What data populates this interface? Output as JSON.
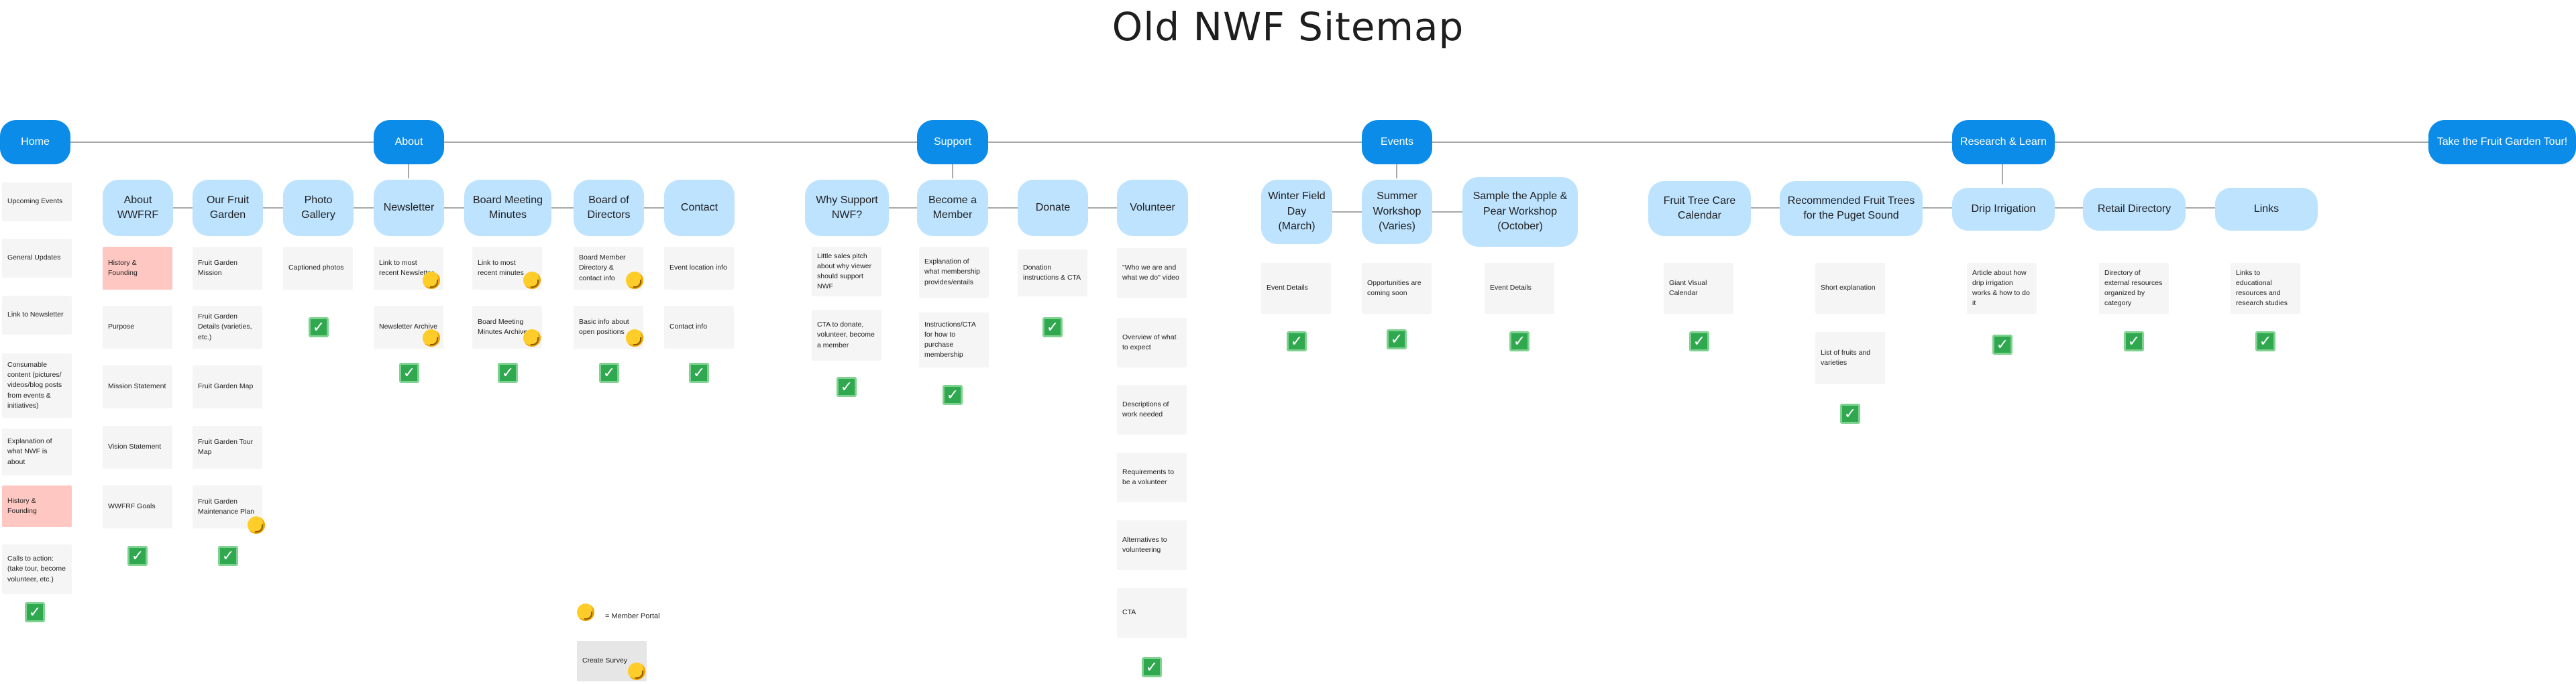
{
  "title": "Old NWF Sitemap",
  "colors": {
    "primary_node": "#0c8ce9",
    "secondary_node": "#bde3ff",
    "card": "#f5f5f5",
    "highlight_card": "#ffc7c2",
    "check": "#2fa84f",
    "member_portal_tag": "#ffcd29"
  },
  "top_nav": [
    "Home",
    "About",
    "Support",
    "Events",
    "Research & Learn",
    "Take the Fruit Garden Tour!"
  ],
  "home_cards": [
    "Upcoming Events",
    "General Updates",
    "Link to Newsletter",
    "Consumable content (pictures/ videos/blog posts from events & initiatives)",
    "Explanation of what NWF is about",
    "History & Founding",
    "Calls to action: (take tour, become volunteer, etc.)"
  ],
  "about": {
    "sections": [
      "About WWFRF",
      "Our Fruit Garden",
      "Photo Gallery",
      "Newsletter",
      "Board Meeting Minutes",
      "Board of Directors",
      "Contact"
    ],
    "about_wwfrf": [
      "History & Founding",
      "Purpose",
      "Mission Statement",
      "Vision Statement",
      "WWFRF Goals"
    ],
    "our_fruit_garden": [
      "Fruit Garden Mission",
      "Fruit Garden Details (varieties, etc.)",
      "Fruit Garden Map",
      "Fruit Garden Tour Map",
      "Fruit Garden Maintenance Plan"
    ],
    "photo_gallery": [
      "Captioned photos"
    ],
    "newsletter": [
      "Link to most recent Newsletter",
      "Newsletter Archive"
    ],
    "board_meeting_minutes": [
      "Link to most recent minutes",
      "Board Meeting Minutes Archive"
    ],
    "board_of_directors": [
      "Board Member Directory & contact info",
      "Basic info about open positions"
    ],
    "contact": [
      "Event location info",
      "Contact info"
    ]
  },
  "support": {
    "sections": [
      "Why Support NWF?",
      "Become a Member",
      "Donate",
      "Volunteer"
    ],
    "why_support": [
      "Little sales pitch about why viewer should support NWF",
      "CTA to donate, volunteer, become a member"
    ],
    "become_member": [
      "Explanation of what membership provides/entails",
      "Instructions/CTA for how to purchase membership"
    ],
    "donate": [
      "Donation instructions & CTA"
    ],
    "volunteer": [
      "\"Who we are and what we do\" video",
      "Overview of what to expect",
      "Descriptions of work needed",
      "Requirements to be a volunteer",
      "Alternatives to volunteering",
      "CTA"
    ]
  },
  "events": {
    "sections": [
      "Winter Field Day (March)",
      "Summer Workshop (Varies)",
      "Sample the Apple & Pear Workshop (October)"
    ],
    "winter": [
      "Event Details"
    ],
    "summer": [
      "Opportunities are coming soon"
    ],
    "sample": [
      "Event Details"
    ]
  },
  "research": {
    "sections": [
      "Fruit Tree Care Calendar",
      "Recommended Fruit Trees for the Puget Sound",
      "Drip Irrigation",
      "Retail Directory",
      "Links"
    ],
    "calendar": [
      "Giant Visual Calendar"
    ],
    "recommended": [
      "Short explanation",
      "List of fruits and varieties"
    ],
    "drip": [
      "Article about how drip irrigation works & how to do it"
    ],
    "retail": [
      "Directory of external resources organized by category"
    ],
    "links": [
      "Links to educational resources and research studies"
    ]
  },
  "legend": {
    "member_portal": "= Member Portal",
    "create_survey": "Create Survey"
  }
}
